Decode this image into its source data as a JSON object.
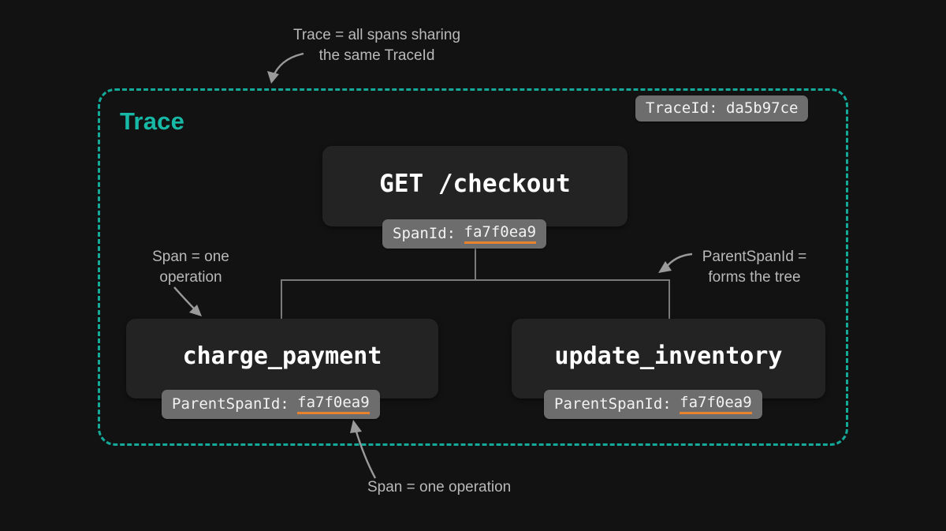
{
  "diagram": {
    "title": "Trace",
    "trace_id_badge": {
      "label": "TraceId:",
      "value": "da5b97ce"
    },
    "spans": {
      "root": {
        "name": "GET /checkout",
        "badge_label": "SpanId:",
        "badge_value": "fa7f0ea9"
      },
      "left_child": {
        "name": "charge_payment",
        "badge_label": "ParentSpanId:",
        "badge_value": "fa7f0ea9"
      },
      "right_child": {
        "name": "update_inventory",
        "badge_label": "ParentSpanId:",
        "badge_value": "fa7f0ea9"
      }
    },
    "annotations": {
      "trace_note": "Trace = all spans sharing\nthe same TraceId",
      "span_note": "Span = one\noperation",
      "parent_note": "ParentSpanId =\nforms the tree",
      "span_note_bottom": "Span = one operation"
    },
    "colors": {
      "accent_teal": "#17b9a6",
      "highlight_orange": "#e8822e",
      "badge_gray": "#6d6d6d",
      "box_fill": "#232323",
      "background": "#121212",
      "connector": "#7a7a7a",
      "note_text": "#b9b9b9"
    }
  }
}
